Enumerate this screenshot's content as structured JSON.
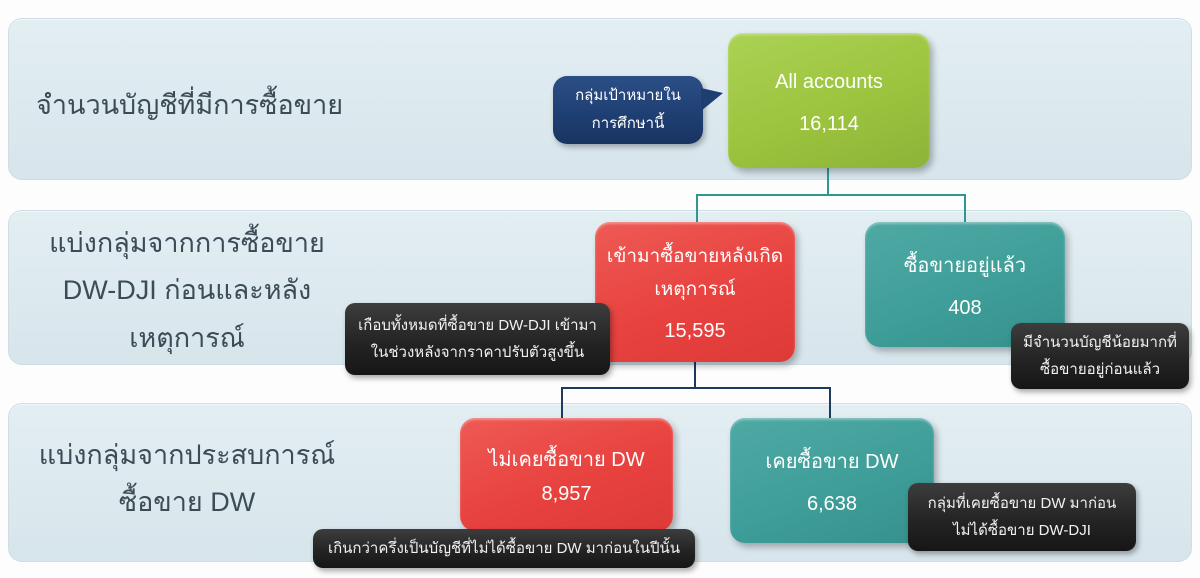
{
  "colors": {
    "band_bg": "#dce9ee",
    "green": "#9cc43e",
    "red": "#e8423f",
    "teal": "#3f9e99",
    "navy_callout": "#1e3e72",
    "black_callout": "#242424",
    "connector_top": "#2e9793",
    "connector_bottom": "#1b3a5e"
  },
  "rows": {
    "row1": {
      "label": "จำนวนบัญชีที่มีการซื้อขาย"
    },
    "row2": {
      "line1": "แบ่งกลุ่มจากการซื้อขาย",
      "line2": "DW-DJI ก่อนและหลัง",
      "line3": "เหตุการณ์"
    },
    "row3": {
      "line1": "แบ่งกลุ่มจากประสบการณ์",
      "line2": "ซื้อขาย DW"
    }
  },
  "nodes": {
    "all_accounts": {
      "title": "All accounts",
      "value": "16,114"
    },
    "after_event": {
      "line1": "เข้ามาซื้อขายหลังเกิด",
      "line2": "เหตุการณ์",
      "value": "15,595"
    },
    "already_trading": {
      "title": "ซื้อขายอยู่แล้ว",
      "value": "408"
    },
    "never_traded_dw": {
      "title": "ไม่เคยซื้อขาย DW",
      "value": "8,957"
    },
    "ever_traded_dw": {
      "title": "เคยซื้อขาย DW",
      "value": "6,638"
    }
  },
  "callouts": {
    "target_group": {
      "line1": "กลุ่มเป้าหมายใน",
      "line2": "การศึกษานี้"
    },
    "almost_all": {
      "line1": "เกือบทั้งหมดที่ซื้อขาย DW-DJI เข้ามา",
      "line2": "ในช่วงหลังจากราคาปรับตัวสูงขึ้น"
    },
    "very_few": {
      "line1": "มีจำนวนบัญชีน้อยมากที่",
      "line2": "ซื้อขายอยู่ก่อนแล้ว"
    },
    "over_half": {
      "line1": "เกินกว่าครึ่งเป็นบัญชีที่ไม่ได้ซื้อขาย DW มาก่อนในปีนั้น"
    },
    "ever_dw_note": {
      "line1": "กลุ่มที่เคยซื้อขาย DW มาก่อน",
      "line2": "ไม่ได้ซื้อขาย DW-DJI"
    }
  }
}
